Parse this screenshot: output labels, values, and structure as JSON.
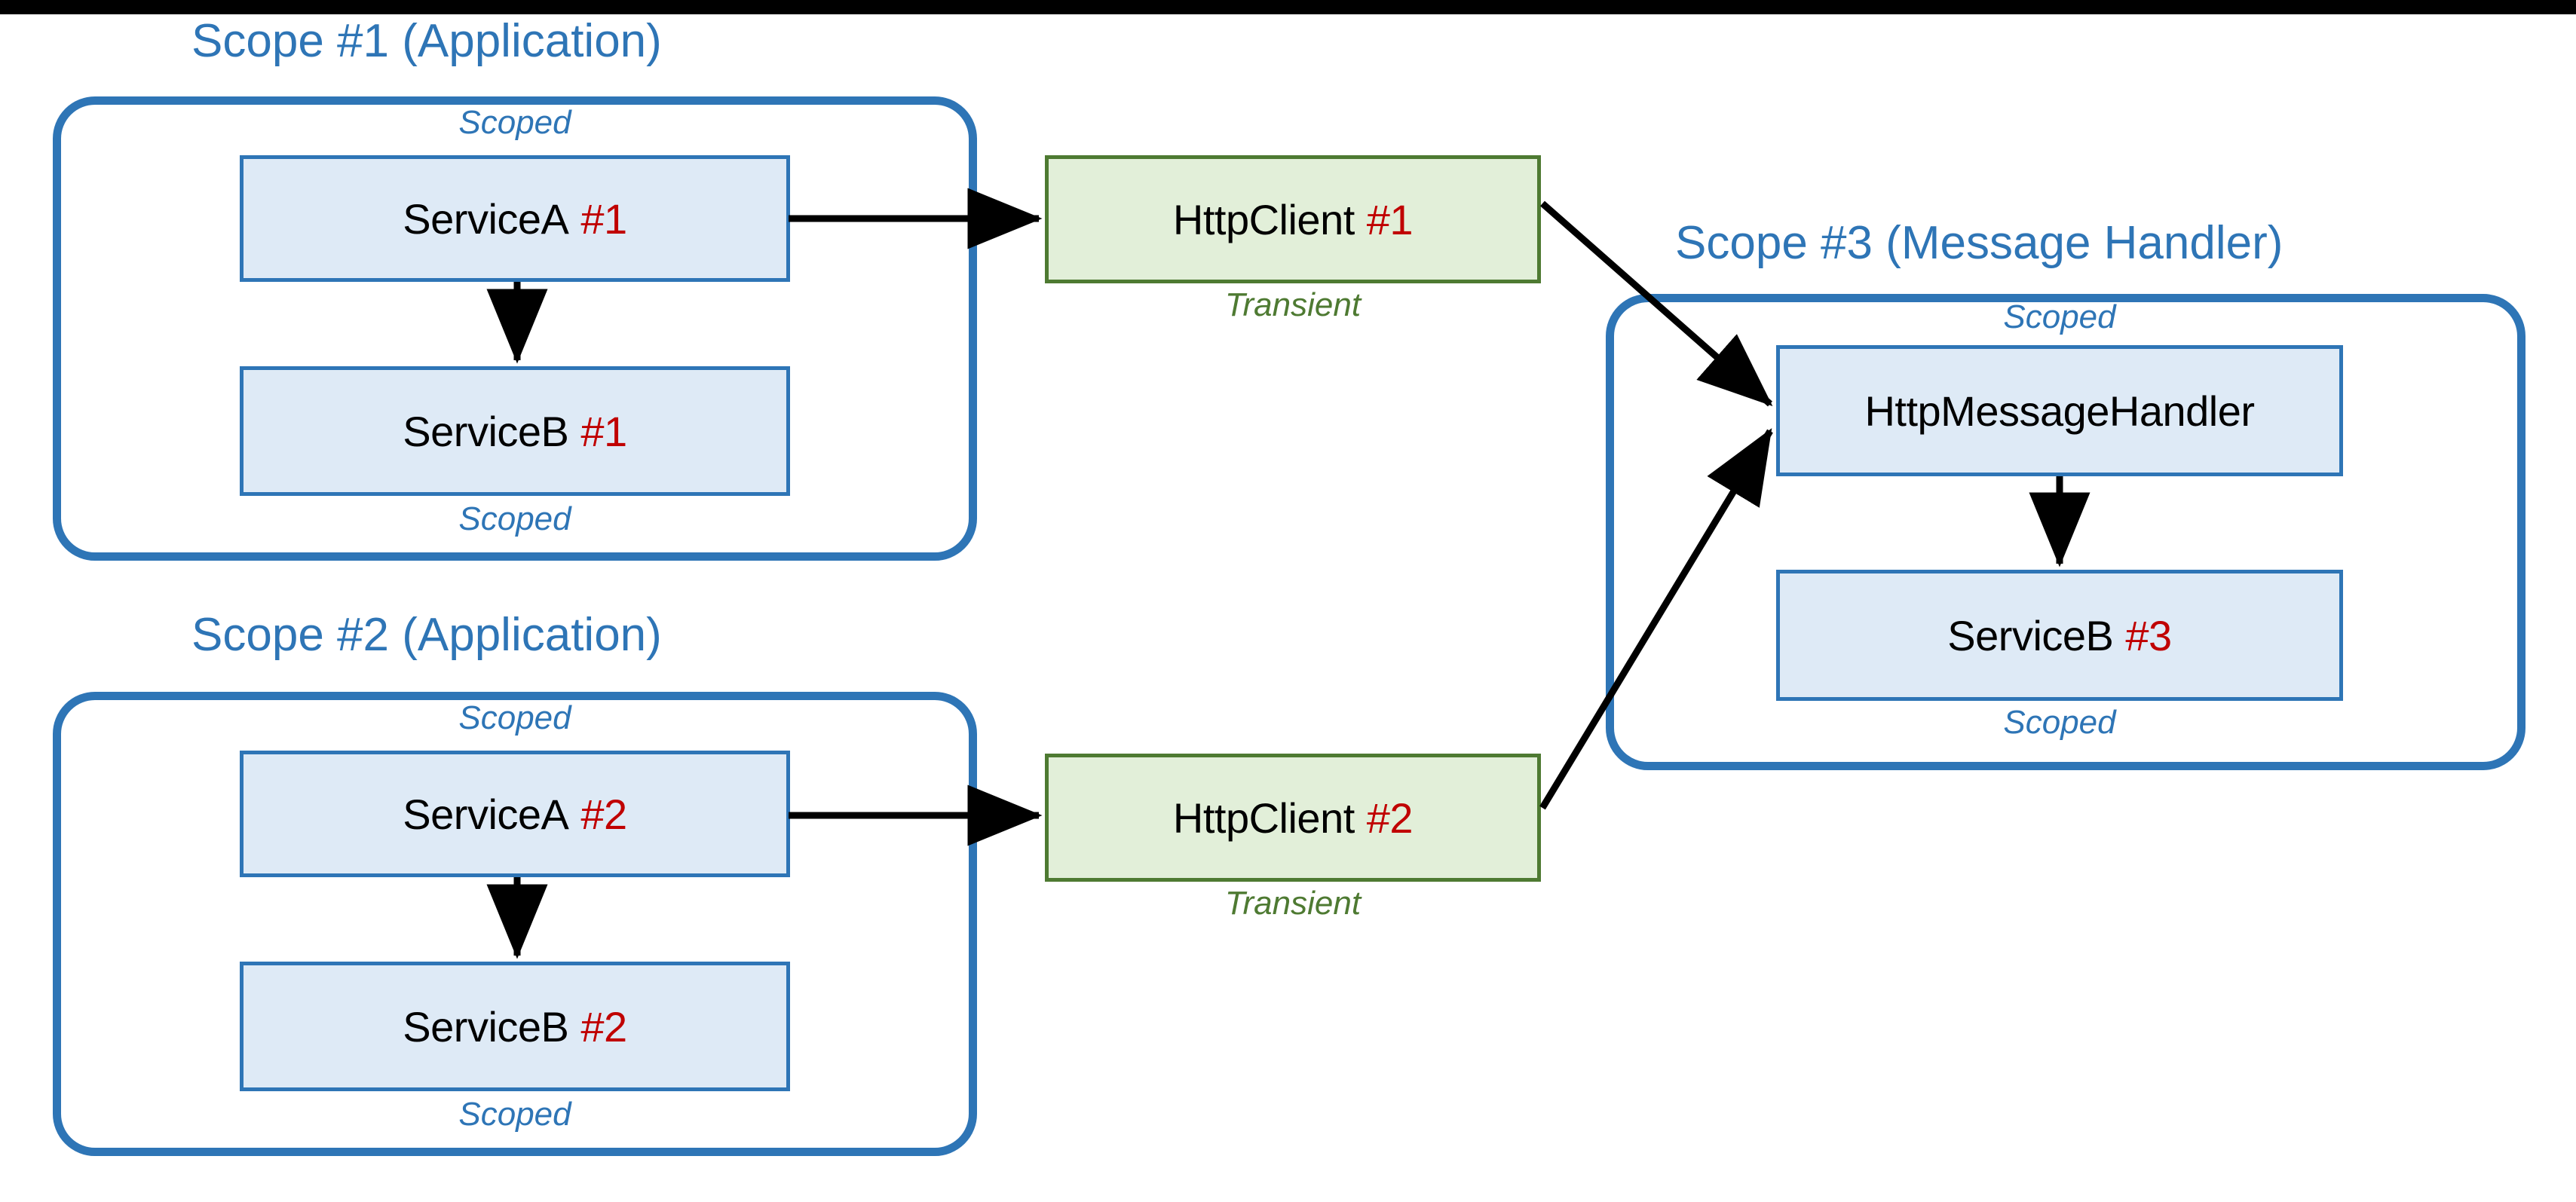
{
  "colors": {
    "scope_blue": "#2E75B6",
    "node_blue_fill": "#DEEAF6",
    "node_green_fill": "#E2EFD9",
    "node_green_border": "#4E7A32",
    "index_red": "#C00000",
    "arrow_black": "#000000",
    "topbar_black": "#000000"
  },
  "scopes": [
    {
      "id": "scope1",
      "title": "Scope #1 (Application)",
      "caption_top": "Scoped",
      "caption_bottom": "Scoped",
      "nodes": [
        {
          "name": "ServiceA",
          "index": "#1"
        },
        {
          "name": "ServiceB",
          "index": "#1"
        }
      ]
    },
    {
      "id": "scope2",
      "title": "Scope #2 (Application)",
      "caption_top": "Scoped",
      "caption_bottom": "Scoped",
      "nodes": [
        {
          "name": "ServiceA",
          "index": "#2"
        },
        {
          "name": "ServiceB",
          "index": "#2"
        }
      ]
    },
    {
      "id": "scope3",
      "title": "Scope #3 (Message Handler)",
      "caption_top": "Scoped",
      "caption_bottom": "Scoped",
      "nodes": [
        {
          "name": "HttpMessageHandler",
          "index": ""
        },
        {
          "name": "ServiceB",
          "index": "#3"
        }
      ]
    }
  ],
  "clients": [
    {
      "id": "httpclient1",
      "name": "HttpClient",
      "index": "#1",
      "lifetime": "Transient"
    },
    {
      "id": "httpclient2",
      "name": "HttpClient",
      "index": "#2",
      "lifetime": "Transient"
    }
  ],
  "arrows": [
    {
      "from": "ServiceA #1",
      "to": "ServiceB #1"
    },
    {
      "from": "ServiceA #1",
      "to": "HttpClient #1"
    },
    {
      "from": "HttpClient #1",
      "to": "HttpMessageHandler"
    },
    {
      "from": "ServiceA #2",
      "to": "ServiceB #2"
    },
    {
      "from": "ServiceA #2",
      "to": "HttpClient #2"
    },
    {
      "from": "HttpClient #2",
      "to": "HttpMessageHandler"
    },
    {
      "from": "HttpMessageHandler",
      "to": "ServiceB #3"
    }
  ]
}
